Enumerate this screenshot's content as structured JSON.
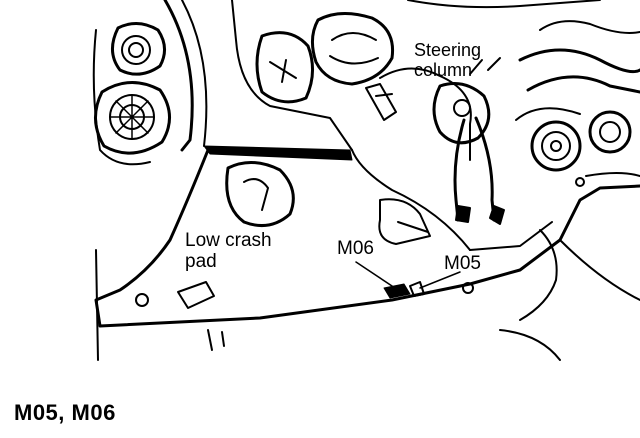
{
  "diagram": {
    "labels": {
      "steering_column": [
        "Steering",
        "column"
      ],
      "low_crash_pad": [
        "Low crash",
        "pad"
      ],
      "m06": "M06",
      "m05": "M05"
    },
    "caption": "M05, M06"
  }
}
